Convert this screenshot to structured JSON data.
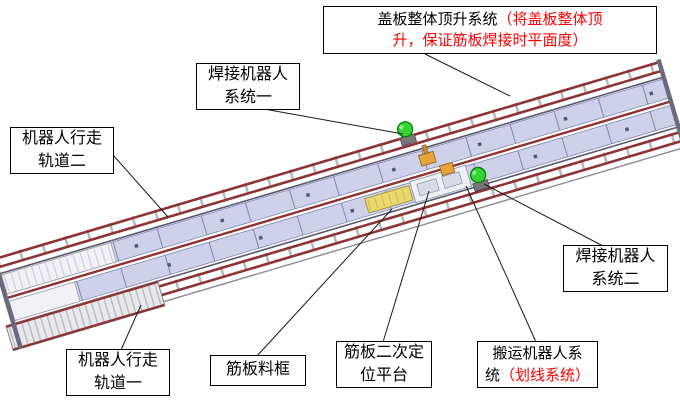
{
  "figure": {
    "type": "technical-diagram",
    "description": "welding line layout with callout labels",
    "background": "#ffffff",
    "colors": {
      "rail_maroon": "#8e3232",
      "panel_lavender": "#cfd0ea",
      "panel_border": "#8286b0",
      "robot_green": "#35d435",
      "manipulator_orange": "#e8a33c",
      "frame_yellow": "#ead96e",
      "label_red": "#ff0000",
      "leader_line": "#1a1a1a"
    }
  },
  "labels": {
    "lift_system": {
      "line1_black": "盖板整体顶升系统",
      "line1_red": "（将盖板整体顶",
      "line2_red": "升，保证筋板焊接时平面度）"
    },
    "weld_robot_1": "焊接机器人\n系统一",
    "track_2": "机器人行走\n轨道二",
    "weld_robot_2": "焊接机器人\n系统二",
    "track_1": "机器人行走\n轨道一",
    "rib_frame": "筋板料框",
    "positioning_platform": "筋板二次定\n位平台",
    "transfer_robot": {
      "line1_black": "搬运机器人系",
      "line2_black": "统",
      "line2_red": "（划线系统）"
    }
  }
}
